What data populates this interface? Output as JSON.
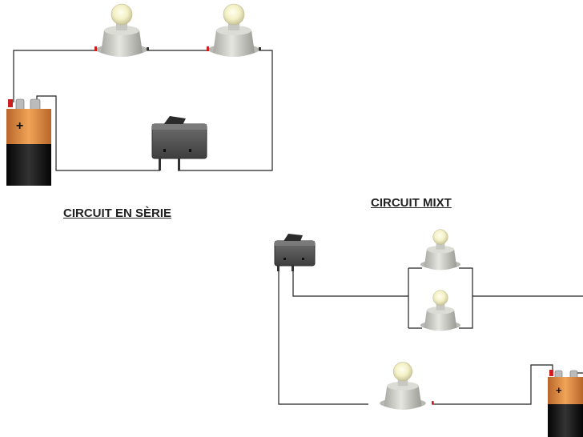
{
  "diagrams": [
    {
      "title": "CIRCUIT EN SÈRIE",
      "components": [
        "battery",
        "bulb",
        "bulb",
        "switch"
      ]
    },
    {
      "title": "CIRCUIT MIXT",
      "components": [
        "battery",
        "bulb",
        "bulb",
        "bulb",
        "switch"
      ]
    }
  ],
  "battery_label": "+",
  "colors": {
    "wire": "#222222",
    "battery_top": "#d98a3a",
    "battery_body": "#1a1a1a",
    "socket": "#c9c9c4",
    "bulb_glass": "#f3f0c8",
    "switch_body": "#5a5a5a",
    "terminal_red": "#cc1f1f"
  }
}
